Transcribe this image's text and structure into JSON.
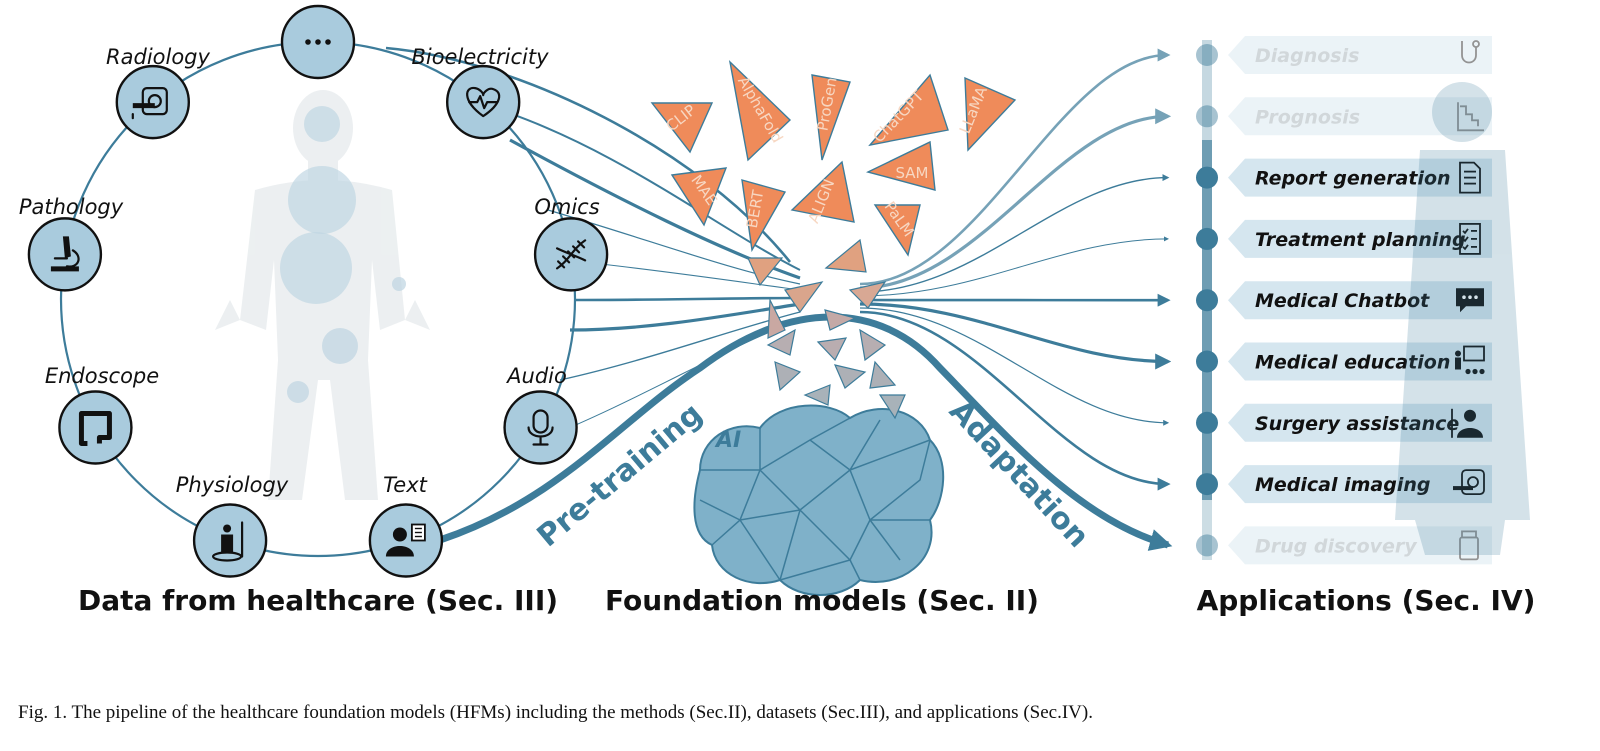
{
  "sources": [
    {
      "key": "more",
      "label": "...",
      "icon": "ellipsis-icon"
    },
    {
      "key": "bioelectricity",
      "label": "Bioelectricity",
      "icon": "heart-ecg-icon"
    },
    {
      "key": "omics",
      "label": "Omics",
      "icon": "dna-icon"
    },
    {
      "key": "audio",
      "label": "Audio",
      "icon": "microphone-icon"
    },
    {
      "key": "text",
      "label": "Text",
      "icon": "doctor-report-icon"
    },
    {
      "key": "physiology",
      "label": "Physiology",
      "icon": "body-height-icon"
    },
    {
      "key": "endoscope",
      "label": "Endoscope",
      "icon": "intestine-icon"
    },
    {
      "key": "pathology",
      "label": "Pathology",
      "icon": "microscope-icon"
    },
    {
      "key": "radiology",
      "label": "Radiology",
      "icon": "ct-scanner-icon"
    }
  ],
  "models": [
    "CLIP",
    "AlphaFold",
    "ProGen",
    "ChatGPT",
    "LLaMA",
    "MAE",
    "BERT",
    "ALIGN",
    "PaLM",
    "SAM"
  ],
  "applications": [
    {
      "label": "Diagnosis",
      "faded": true,
      "icon": "stethoscope-icon"
    },
    {
      "label": "Prognosis",
      "faded": true,
      "icon": "trend-chart-icon"
    },
    {
      "label": "Report generation",
      "faded": false,
      "icon": "report-icon"
    },
    {
      "label": "Treatment planning",
      "faded": false,
      "icon": "checklist-icon"
    },
    {
      "label": "Medical Chatbot",
      "faded": false,
      "icon": "chat-bubble-icon"
    },
    {
      "label": "Medical education",
      "faded": false,
      "icon": "lecture-icon"
    },
    {
      "label": "Surgery assistance",
      "faded": false,
      "icon": "surgeon-icon"
    },
    {
      "label": "Medical imaging",
      "faded": false,
      "icon": "ct-scanner-icon"
    },
    {
      "label": "Drug discovery",
      "faded": true,
      "icon": "pill-bottle-icon"
    }
  ],
  "labels": {
    "pretraining": "Pre-training",
    "adaptation": "Adaptation",
    "ai": "AI"
  },
  "sections": {
    "data": "Data from healthcare (Sec. III)",
    "models": "Foundation models (Sec. II)",
    "applications": "Applications (Sec. IV)"
  },
  "caption": "Fig. 1.  The pipeline of the healthcare foundation models (HFMs) including the methods (Sec.II), datasets (Sec.III), and applications (Sec.IV).",
  "colors": {
    "teal": "#3d7c9a",
    "icon_fill": "#a9cbdd",
    "orange": "#ef8b5a",
    "ai_fill": "#7fb1c9",
    "app_box": "#d5e6ef"
  }
}
